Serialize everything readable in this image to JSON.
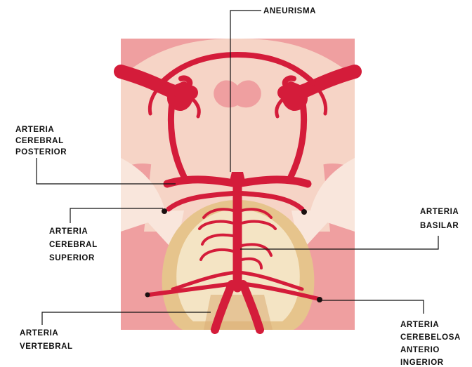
{
  "labels": {
    "aneurisma": "ANEURISMA",
    "posterior": [
      "ARTERIA",
      "CEREBRAL",
      "POSTERIOR"
    ],
    "superior": [
      "ARTERIA",
      "CEREBRAL",
      "SUPERIOR"
    ],
    "basilar": [
      "ARTERIA",
      "BASILAR"
    ],
    "vertebral": [
      "ARTERIA",
      "VERTEBRAL"
    ],
    "cerebelosa": [
      "ARTERIA",
      "CEREBELOSA",
      "ANTERIO",
      "INGERIOR"
    ]
  },
  "colors": {
    "artery": "#d41c3a",
    "tissue_dark": "#ef9fa0",
    "tissue_light": "#f6d4c6",
    "tissue_pale": "#f9e6dc",
    "pons": "#e6c48c",
    "pons_inner": "#f4e4c4",
    "leader": "#111111"
  }
}
